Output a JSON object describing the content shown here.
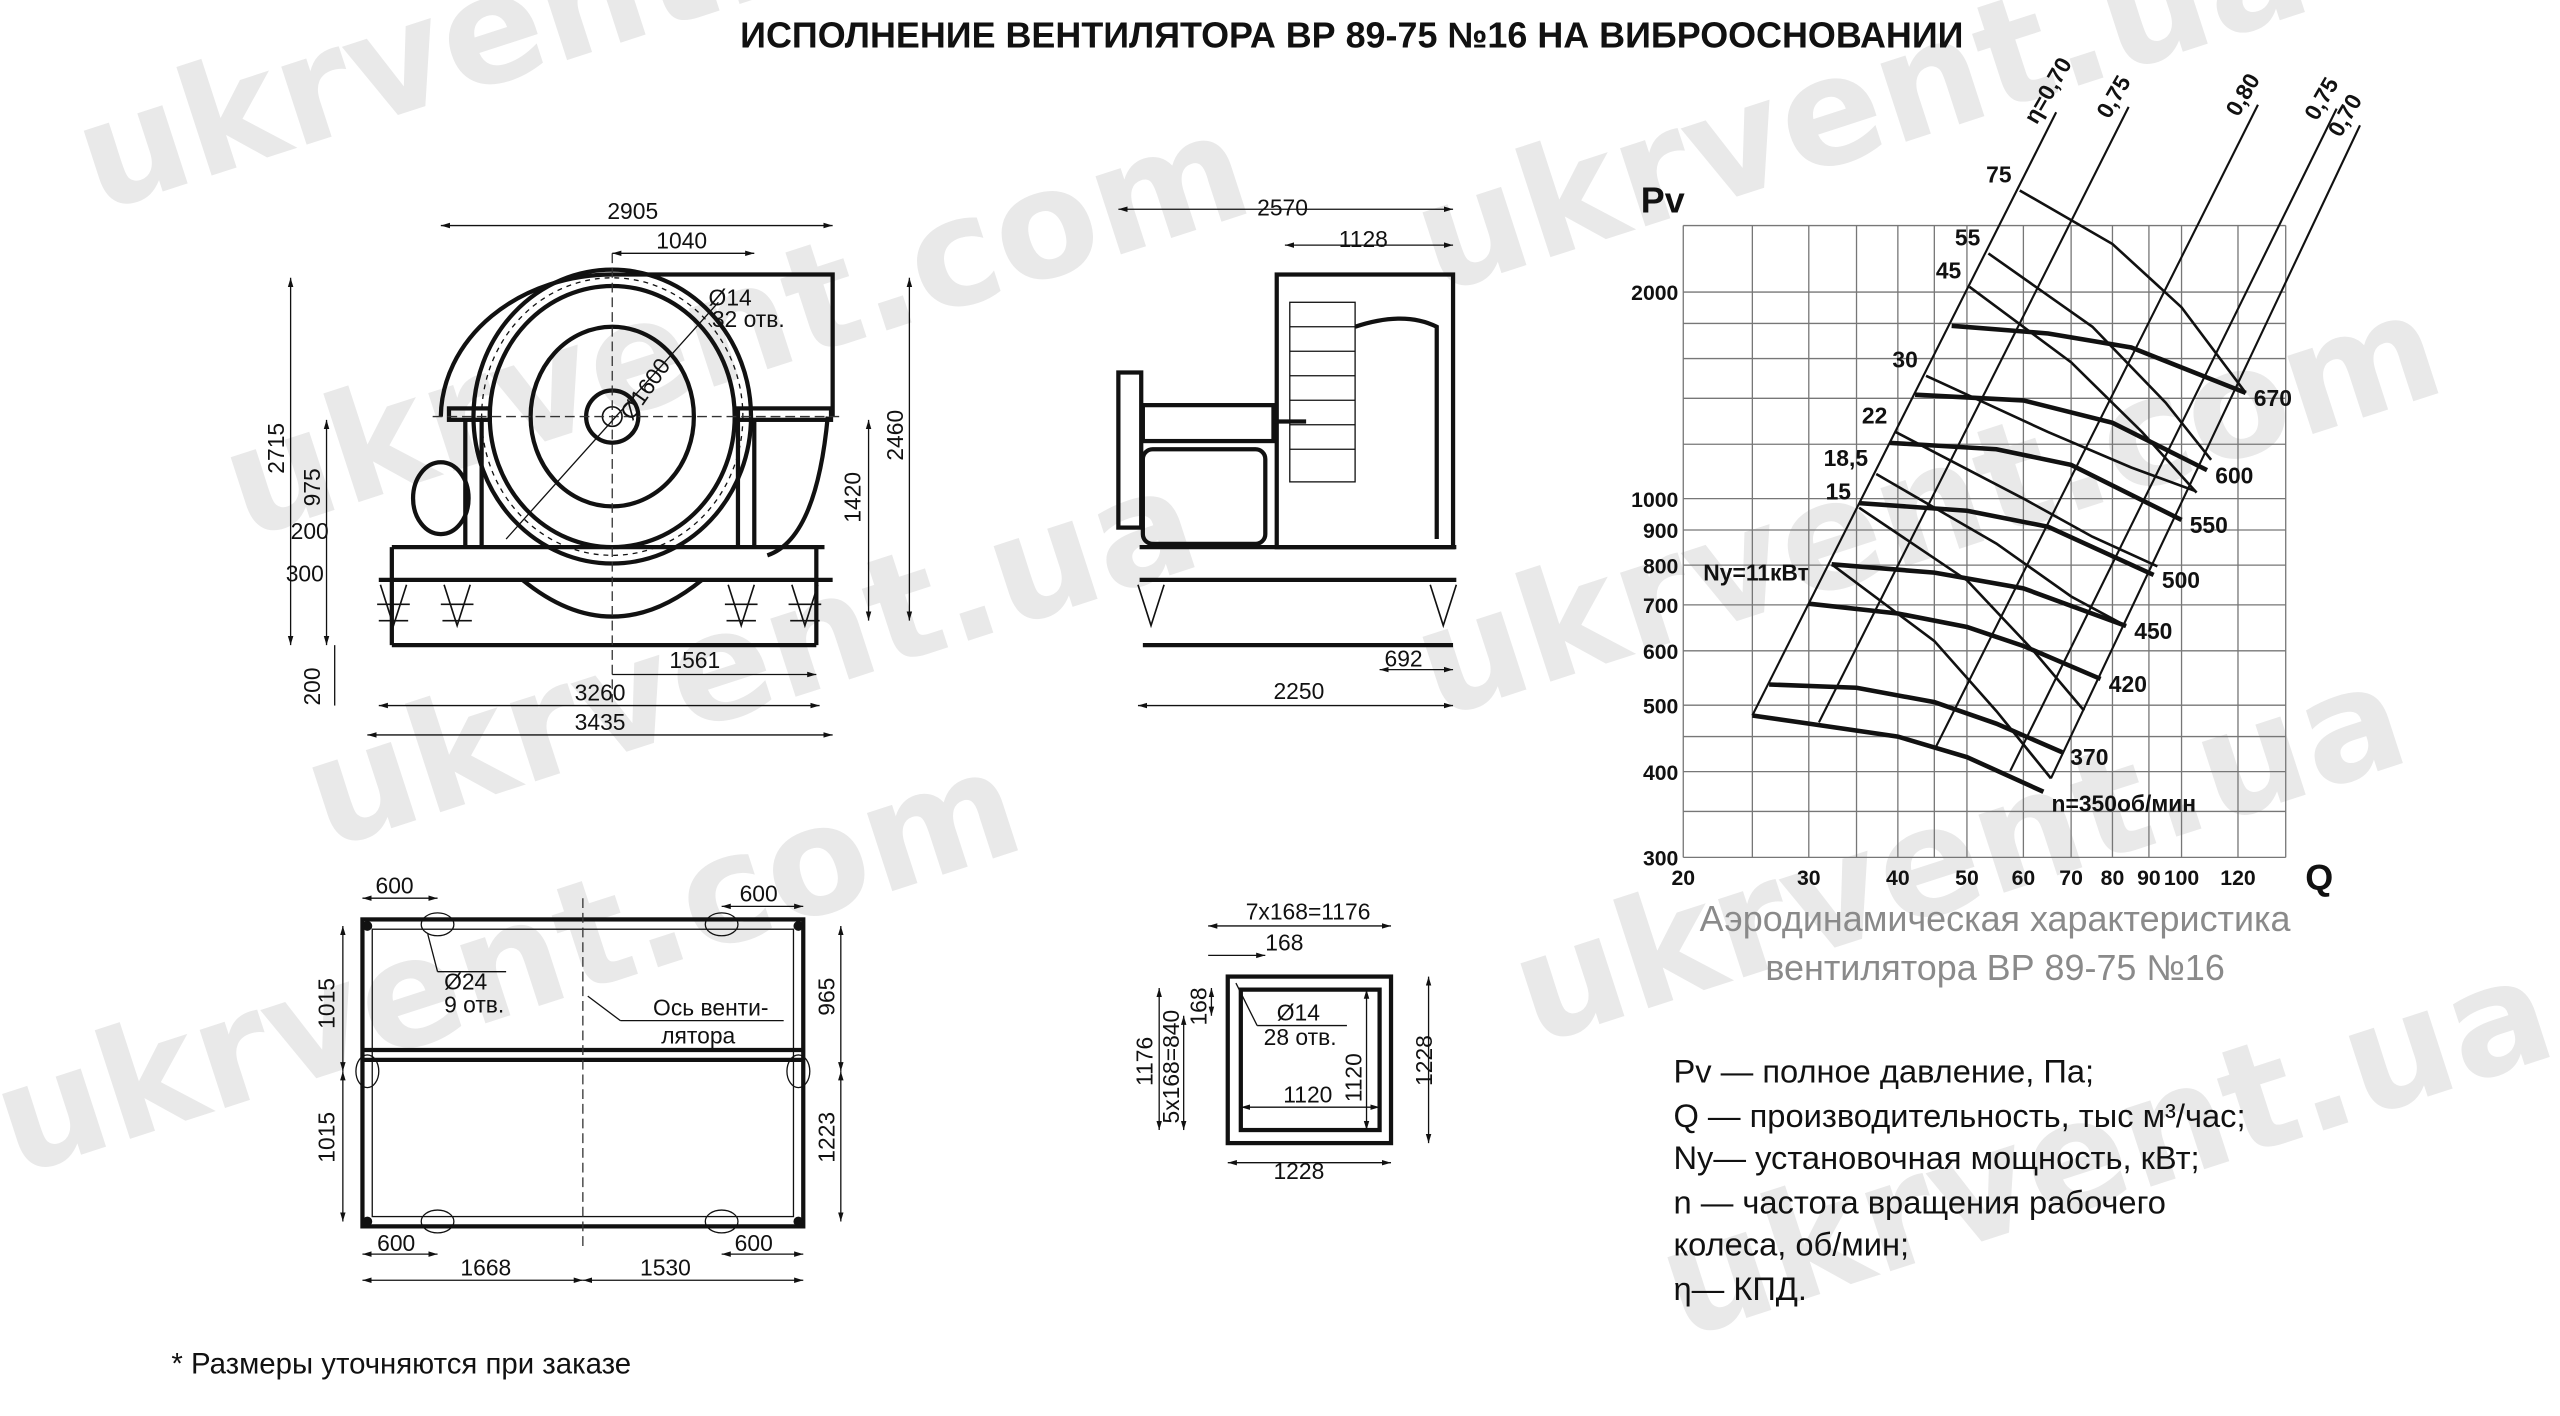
{
  "title": "ИСПОЛНЕНИЕ ВЕНТИЛЯТОРА ВР 89-75 №16 НА ВИБРООСНОВАНИИ",
  "watermarks": [
    "ukrvent.com",
    "ukrvent.ua",
    "ukrvent.com",
    "ukrvent.ua",
    "ukrvent.com",
    "ukrvent.ua",
    "ukrvent.com",
    "ukrvent.ua"
  ],
  "front_view": {
    "dims": {
      "width_total": "2905",
      "outlet": "1040",
      "holes_dia": "Ø14",
      "holes_count": "32 отв.",
      "inlet_dia": "Ø1600",
      "height_total": "2715",
      "axis_height": "975",
      "h200": "200",
      "h300": "300",
      "base200": "200",
      "height_2460": "2460",
      "height_1420": "1420",
      "d1561": "1561",
      "d3260": "3260",
      "d3435": "3435"
    }
  },
  "side_view": {
    "dims": {
      "d2570": "2570",
      "d1128": "1128",
      "d692": "692",
      "d2250": "2250"
    }
  },
  "plan_view": {
    "dims": {
      "top_left": "600",
      "top_right": "600",
      "left_top": "1015",
      "left_bottom": "1015",
      "right_top": "965",
      "right_bottom": "1223",
      "bottom_left": "600",
      "bottom_right": "600",
      "bottom_1668": "1668",
      "bottom_1530": "1530",
      "holes_dia": "Ø24",
      "holes_count": "9 отв.",
      "axis_label_1": "Ось венти-",
      "axis_label_2": "лятора"
    }
  },
  "flange_view": {
    "dims": {
      "top_pitch": "7x168=1176",
      "top_168": "168",
      "holes_dia": "Ø14",
      "holes_count": "28 отв.",
      "inner_h": "1120",
      "inner_v": "1120",
      "outer_h": "1228",
      "outer_v": "1228",
      "left_1176": "1176",
      "left_pitch": "5x168=840",
      "left_168": "168"
    }
  },
  "chart_data": {
    "type": "line",
    "xlabel": "Q",
    "ylabel": "Pv",
    "x_scale": "log",
    "y_scale": "log",
    "xlim": [
      20,
      140
    ],
    "ylim": [
      300,
      2500
    ],
    "grid": true,
    "x_ticks": [
      20,
      30,
      40,
      50,
      60,
      70,
      80,
      90,
      100,
      120
    ],
    "y_ticks": [
      300,
      400,
      500,
      600,
      700,
      800,
      900,
      1000,
      2000
    ],
    "x_grid": [
      20,
      25,
      30,
      35,
      40,
      45,
      50,
      60,
      70,
      80,
      90,
      100,
      120,
      140
    ],
    "y_grid": [
      300,
      350,
      400,
      450,
      500,
      600,
      700,
      800,
      900,
      1000,
      1200,
      1400,
      1600,
      1800,
      2000,
      2500
    ],
    "speed_curves": [
      {
        "label": "n=350об/мин",
        "points": [
          [
            25,
            483
          ],
          [
            30,
            470
          ],
          [
            40,
            450
          ],
          [
            50,
            420
          ],
          [
            64,
            374
          ]
        ]
      },
      {
        "label": "370",
        "points": [
          [
            26.4,
            536
          ],
          [
            35,
            530
          ],
          [
            45,
            505
          ],
          [
            55,
            470
          ],
          [
            68,
            427
          ]
        ]
      },
      {
        "label": "420",
        "points": [
          [
            30,
            703
          ],
          [
            40,
            680
          ],
          [
            50,
            650
          ],
          [
            60,
            610
          ],
          [
            77,
            546
          ]
        ]
      },
      {
        "label": "450",
        "points": [
          [
            32.3,
            802
          ],
          [
            45,
            780
          ],
          [
            60,
            740
          ],
          [
            83.6,
            652
          ]
        ]
      },
      {
        "label": "500",
        "points": [
          [
            35.3,
            985
          ],
          [
            50,
            960
          ],
          [
            65,
            910
          ],
          [
            91.4,
            774
          ]
        ]
      },
      {
        "label": "550",
        "points": [
          [
            39,
            1206
          ],
          [
            55,
            1180
          ],
          [
            70,
            1120
          ],
          [
            100,
            931
          ]
        ]
      },
      {
        "label": "600",
        "points": [
          [
            42.3,
            1417
          ],
          [
            60,
            1390
          ],
          [
            80,
            1290
          ],
          [
            108.6,
            1100
          ]
        ]
      },
      {
        "label": "670",
        "points": [
          [
            47.6,
            1786
          ],
          [
            65,
            1740
          ],
          [
            85,
            1660
          ],
          [
            123,
            1426
          ]
        ]
      }
    ],
    "power_lines": [
      {
        "label": "Nу=11кВт",
        "points": [
          [
            32.3,
            802
          ],
          [
            45,
            620
          ],
          [
            55,
            490
          ],
          [
            65.6,
            391
          ]
        ]
      },
      {
        "label": "15",
        "points": [
          [
            35.3,
            970
          ],
          [
            50,
            760
          ],
          [
            62,
            600
          ],
          [
            73,
            491
          ]
        ]
      },
      {
        "label": "18,5",
        "points": [
          [
            37.3,
            1086
          ],
          [
            55,
            860
          ],
          [
            70,
            720
          ],
          [
            83.6,
            652
          ]
        ]
      },
      {
        "label": "22",
        "points": [
          [
            39.7,
            1251
          ],
          [
            60,
            1000
          ],
          [
            75,
            880
          ],
          [
            92.5,
            797
          ]
        ]
      },
      {
        "label": "30",
        "points": [
          [
            43.8,
            1510
          ],
          [
            65,
            1250
          ],
          [
            85,
            1110
          ],
          [
            104.7,
            1025
          ]
        ]
      },
      {
        "label": "45",
        "points": [
          [
            50.4,
            2036
          ],
          [
            70,
            1580
          ],
          [
            88,
            1250
          ],
          [
            105,
            1020
          ]
        ]
      },
      {
        "label": "55",
        "points": [
          [
            53.6,
            2276
          ],
          [
            75,
            1780
          ],
          [
            95,
            1380
          ],
          [
            110,
            1139
          ]
        ]
      },
      {
        "label": "75",
        "points": [
          [
            59.3,
            2812
          ],
          [
            80,
            2350
          ],
          [
            100,
            1900
          ],
          [
            123,
            1426
          ]
        ]
      }
    ],
    "efficiency_lines": [
      {
        "label": "η=0,70",
        "points": [
          [
            25,
            483
          ],
          [
            66.7,
            3656
          ]
        ]
      },
      {
        "label": "0,75",
        "points": [
          [
            31,
            472
          ],
          [
            84.3,
            3724
          ]
        ]
      },
      {
        "label": "0,80",
        "points": [
          [
            45.2,
            434
          ],
          [
            128,
            3750
          ]
        ]
      },
      {
        "label": "0,75",
        "points": [
          [
            57.5,
            401
          ],
          [
            165,
            3700
          ]
        ]
      },
      {
        "label": "0,70",
        "points": [
          [
            65.6,
            391
          ],
          [
            178,
            3500
          ]
        ]
      }
    ]
  },
  "caption": [
    "Аэродинамическая характеристика",
    "вентилятора  ВР 89-75 №16"
  ],
  "legend": [
    "Pv — полное давление, Па;",
    "Q  — производительность, тыс м³/час;",
    "Nу— установочная мощность, кВт;",
    "n — частота вращения рабочего",
    "колеса,  об/мин;",
    "η— КПД."
  ],
  "footnote": "* Размеры уточняются при заказе"
}
